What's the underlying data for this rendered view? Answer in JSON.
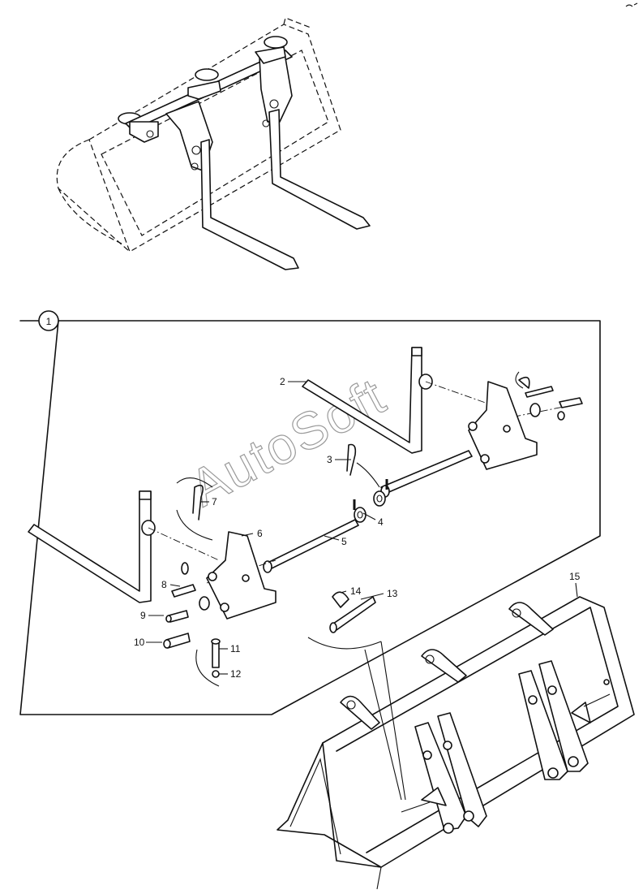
{
  "group_label": "1",
  "watermark": "AutoSoft",
  "callouts": [
    {
      "id": "2",
      "text": "2"
    },
    {
      "id": "3",
      "text": "3"
    },
    {
      "id": "4",
      "text": "4"
    },
    {
      "id": "5",
      "text": "5"
    },
    {
      "id": "6",
      "text": "6"
    },
    {
      "id": "7",
      "text": "7"
    },
    {
      "id": "8",
      "text": "8"
    },
    {
      "id": "9",
      "text": "9"
    },
    {
      "id": "10",
      "text": "10"
    },
    {
      "id": "11",
      "text": "11"
    },
    {
      "id": "12",
      "text": "12"
    },
    {
      "id": "13",
      "text": "13"
    },
    {
      "id": "14",
      "text": "14"
    },
    {
      "id": "15",
      "text": "15"
    }
  ]
}
